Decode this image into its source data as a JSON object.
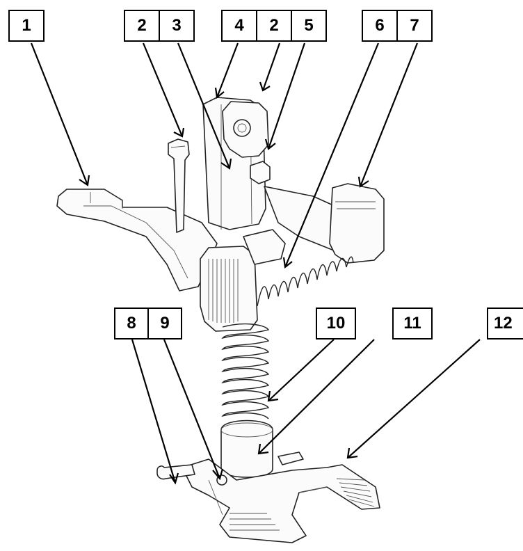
{
  "diagram": {
    "labels": [
      {
        "id": "1",
        "text": "1"
      },
      {
        "id": "2a",
        "text": "2"
      },
      {
        "id": "3",
        "text": "3"
      },
      {
        "id": "4",
        "text": "4"
      },
      {
        "id": "2b",
        "text": "2"
      },
      {
        "id": "5",
        "text": "5"
      },
      {
        "id": "6",
        "text": "6"
      },
      {
        "id": "7",
        "text": "7"
      },
      {
        "id": "8",
        "text": "8"
      },
      {
        "id": "9",
        "text": "9"
      },
      {
        "id": "10",
        "text": "10"
      },
      {
        "id": "11",
        "text": "11"
      },
      {
        "id": "12",
        "text": "12"
      }
    ],
    "colors": {
      "line": "#000000",
      "part_fill": "#fbfbfb",
      "background": "#ffffff"
    }
  }
}
